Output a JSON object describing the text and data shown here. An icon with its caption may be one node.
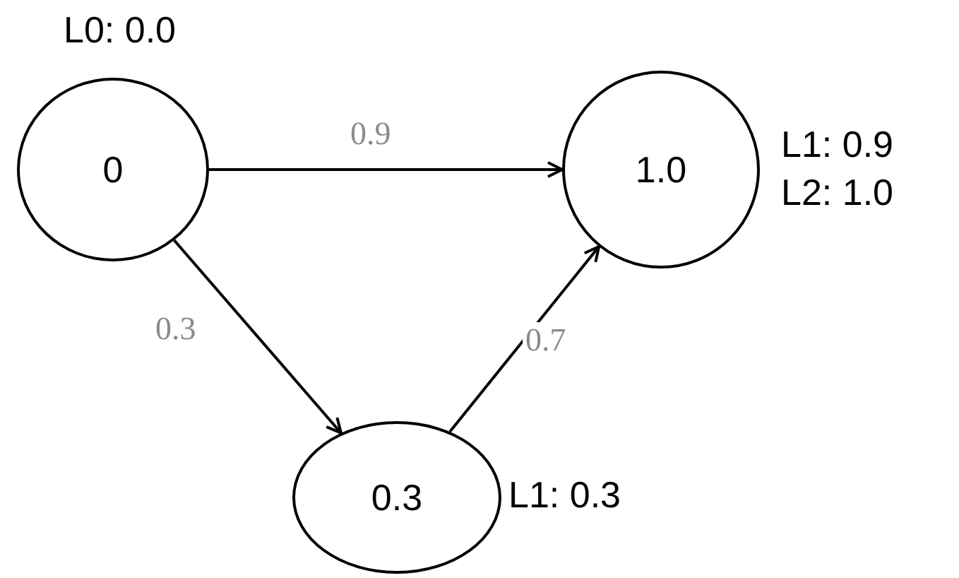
{
  "diagram": {
    "nodes": [
      {
        "text": [
          "0"
        ],
        "beside": [
          "L0: 0.0"
        ]
      },
      {
        "text": [
          "1.0"
        ],
        "beside": [
          "L1: 0.9",
          "L2: 1.0"
        ]
      },
      {
        "text": [
          "0.3"
        ],
        "beside": [
          "L1: 0.3"
        ]
      }
    ],
    "edges": [
      {
        "from": 0,
        "to": 1,
        "arrow": "to",
        "label": "0.9"
      },
      {
        "from": 0,
        "to": 2,
        "arrow": "to",
        "label": "0.3"
      },
      {
        "from": 2,
        "to": 1,
        "arrow": "to",
        "label": "0.7"
      }
    ]
  }
}
